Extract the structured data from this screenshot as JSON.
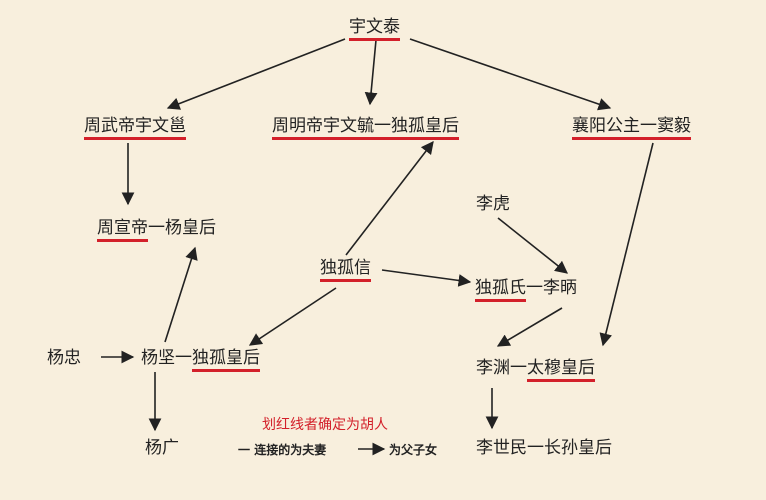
{
  "nodes": {
    "yuwen_tai": "宇文泰",
    "zhou_wudi": "周武帝宇文邕",
    "zhou_mingdi": "周明帝宇文毓",
    "dugu_huanghou_1": "独孤皇后",
    "xiangyang_gongzhu": "襄阳公主",
    "dou_yi": "窦毅",
    "zhou_xuandi": "周宣帝",
    "yang_huanghou": "杨皇后",
    "li_hu": "李虎",
    "dugu_xin": "独孤信",
    "dugu_shi": "独孤氏",
    "li_bing": "李昞",
    "yang_zhong": "杨忠",
    "yang_jian": "杨坚",
    "dugu_huanghou_2": "独孤皇后",
    "li_yuan": "李渊",
    "taimu_huanghou": "太穆皇后",
    "yang_guang": "杨广",
    "li_shimin": "李世民",
    "zhangsun_huanghou": "长孙皇后"
  },
  "separator": "一",
  "legend": {
    "title": "划红线者确定为胡人",
    "line_label": "连接的为夫妻",
    "arrow_label": "为父子女"
  },
  "colors": {
    "background": "#f8efdd",
    "underline": "#d3202a",
    "arrow": "#222222",
    "legend_title": "#d3202a"
  }
}
